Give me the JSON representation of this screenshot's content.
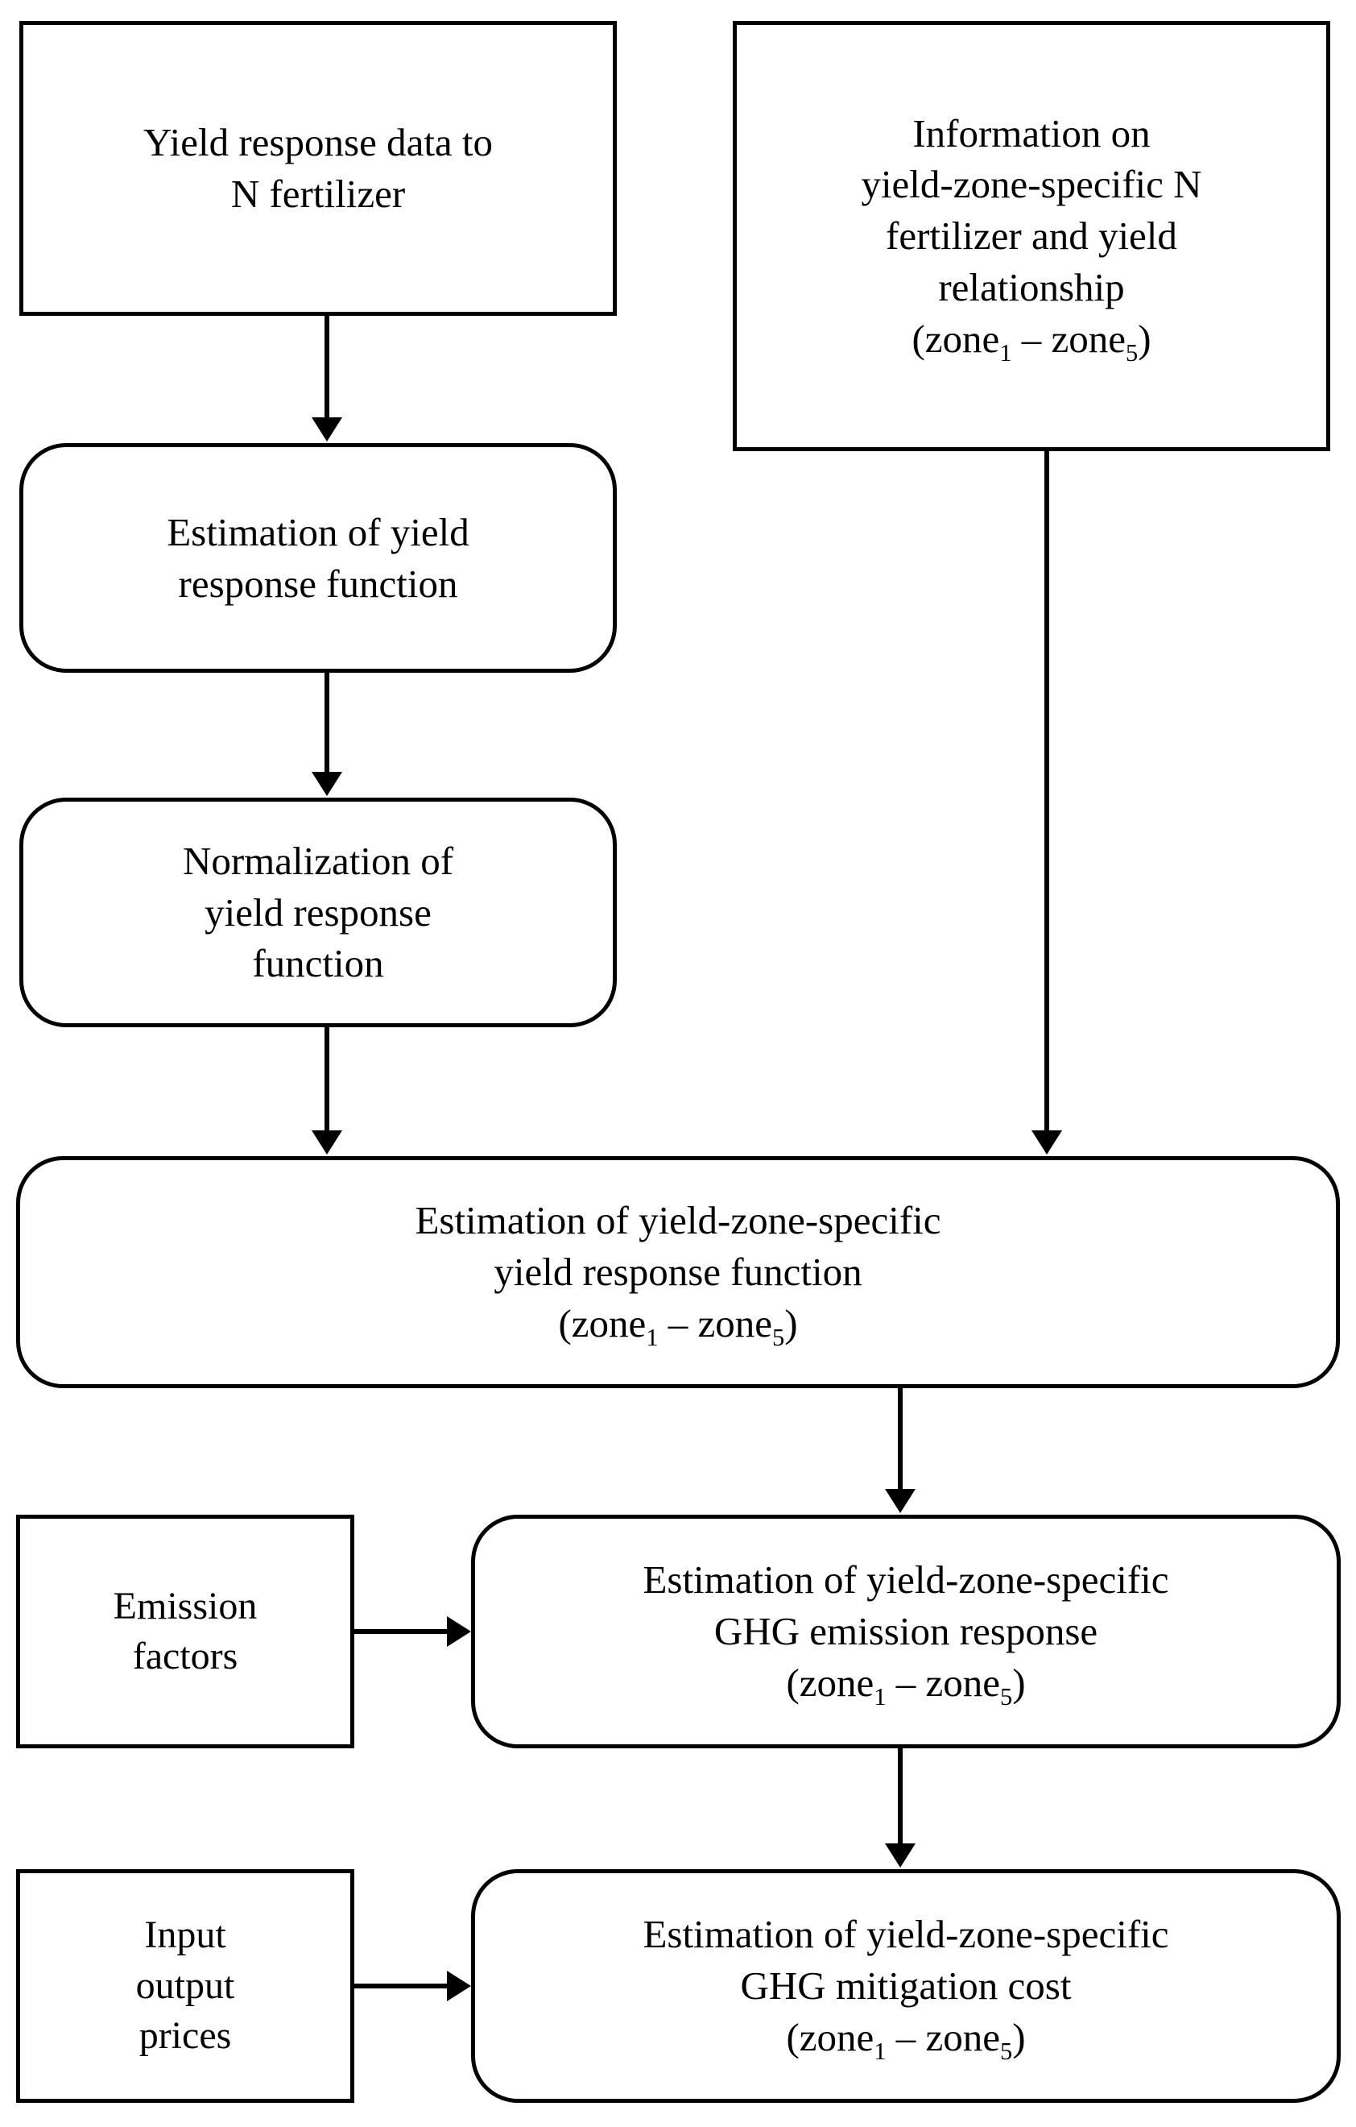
{
  "diagram": {
    "title": "GHG mitigation cost estimation flowchart",
    "colors": {
      "stroke": "#000000",
      "fill": "#ffffff",
      "text": "#000000"
    },
    "nodes": [
      {
        "id": "yield-response-data",
        "shape": "rectangle",
        "lines": [
          "Yield response data to",
          "N fertilizer"
        ],
        "text": "Yield response data to\nN fertilizer"
      },
      {
        "id": "info-zone-specific",
        "shape": "rectangle",
        "lines": [
          "Information on",
          "yield-zone-specific N",
          "fertilizer and yield",
          "relationship",
          "(zone1 – zone5)"
        ],
        "text": "Information on\nyield-zone-specific N\nfertilizer and yield\nrelationship",
        "zone_range_prefix": "(zone",
        "zone_from": "1",
        "zone_dash": " – zone",
        "zone_to": "5",
        "zone_suffix": ")"
      },
      {
        "id": "estimation-yield-response-function",
        "shape": "rounded-rectangle",
        "lines": [
          "Estimation of yield",
          "response function"
        ],
        "text": "Estimation of yield\nresponse function"
      },
      {
        "id": "normalization-yield-response-function",
        "shape": "rounded-rectangle",
        "lines": [
          "Normalization of",
          "yield response",
          "function"
        ],
        "text": "Normalization of\nyield response\nfunction"
      },
      {
        "id": "estimation-zone-specific-yield-response",
        "shape": "rounded-rectangle",
        "lines": [
          "Estimation of yield-zone-specific",
          "yield response function",
          "(zone1 – zone5)"
        ],
        "text": "Estimation of yield-zone-specific\nyield response function",
        "zone_range_prefix": "(zone",
        "zone_from": "1",
        "zone_dash": " – zone",
        "zone_to": "5",
        "zone_suffix": ")"
      },
      {
        "id": "emission-factors",
        "shape": "rectangle",
        "lines": [
          "Emission",
          "factors"
        ],
        "text": "Emission\nfactors"
      },
      {
        "id": "estimation-zone-specific-ghg-emission",
        "shape": "rounded-rectangle",
        "lines": [
          "Estimation of yield-zone-specific",
          "GHG emission response",
          "(zone1 – zone5)"
        ],
        "text": "Estimation of yield-zone-specific\nGHG emission response",
        "zone_range_prefix": "(zone",
        "zone_from": "1",
        "zone_dash": " – zone",
        "zone_to": "5",
        "zone_suffix": ")"
      },
      {
        "id": "input-output-prices",
        "shape": "rectangle",
        "lines": [
          "Input",
          "output",
          "prices"
        ],
        "text": "Input\noutput\nprices"
      },
      {
        "id": "estimation-zone-specific-ghg-mitigation-cost",
        "shape": "rounded-rectangle",
        "lines": [
          "Estimation of yield-zone-specific",
          "GHG mitigation cost",
          "(zone1 – zone5)"
        ],
        "text": "Estimation of yield-zone-specific\nGHG mitigation cost",
        "zone_range_prefix": "(zone",
        "zone_from": "1",
        "zone_dash": " – zone",
        "zone_to": "5",
        "zone_suffix": ")"
      }
    ],
    "edges": [
      {
        "id": "e1",
        "from": "yield-response-data",
        "to": "estimation-yield-response-function",
        "direction": "down"
      },
      {
        "id": "e2",
        "from": "estimation-yield-response-function",
        "to": "normalization-yield-response-function",
        "direction": "down"
      },
      {
        "id": "e3",
        "from": "normalization-yield-response-function",
        "to": "estimation-zone-specific-yield-response",
        "direction": "down"
      },
      {
        "id": "e4",
        "from": "info-zone-specific",
        "to": "estimation-zone-specific-yield-response",
        "direction": "down"
      },
      {
        "id": "e5",
        "from": "estimation-zone-specific-yield-response",
        "to": "estimation-zone-specific-ghg-emission",
        "direction": "down"
      },
      {
        "id": "e6",
        "from": "emission-factors",
        "to": "estimation-zone-specific-ghg-emission",
        "direction": "right"
      },
      {
        "id": "e7",
        "from": "estimation-zone-specific-ghg-emission",
        "to": "estimation-zone-specific-ghg-mitigation-cost",
        "direction": "down"
      },
      {
        "id": "e8",
        "from": "input-output-prices",
        "to": "estimation-zone-specific-ghg-mitigation-cost",
        "direction": "right"
      }
    ]
  }
}
